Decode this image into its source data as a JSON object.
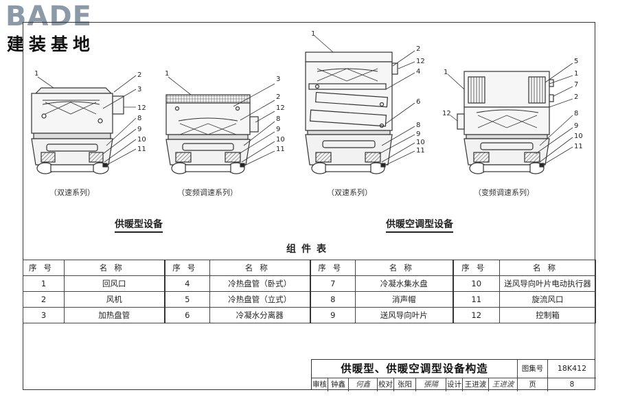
{
  "logo": {
    "word": "BADE",
    "sub": "建装基地"
  },
  "diagrams": {
    "d1": {
      "caption": "（双速系列）",
      "labels": [
        "1",
        "2",
        "3",
        "12",
        "8",
        "9",
        "10",
        "11"
      ]
    },
    "d2": {
      "caption": "（变频调速系列）",
      "labels": [
        "1",
        "3",
        "2",
        "12",
        "8",
        "9",
        "10",
        "11"
      ]
    },
    "d3": {
      "caption": "（双速系列）",
      "labels": [
        "1",
        "2",
        "12",
        "4",
        "6",
        "8",
        "9",
        "10",
        "11"
      ]
    },
    "d4": {
      "caption": "（变频调速系列）",
      "labels": [
        "5",
        "1",
        "1",
        "7",
        "2",
        "12",
        "8",
        "9",
        "10",
        "11"
      ]
    }
  },
  "groups": {
    "heating": "供暖型设备",
    "heating_ac": "供暖空调型设备"
  },
  "parts_table": {
    "title": "组件表",
    "headers": {
      "no": "序号",
      "name": "名称"
    },
    "rows": [
      [
        {
          "no": "1",
          "name": "回风口"
        },
        {
          "no": "4",
          "name": "冷热盘管（卧式）"
        },
        {
          "no": "7",
          "name": "冷凝水集水盘"
        },
        {
          "no": "10",
          "name": "送风导向叶片电动执行器"
        }
      ],
      [
        {
          "no": "2",
          "name": "风机"
        },
        {
          "no": "5",
          "name": "冷热盘管（立式）"
        },
        {
          "no": "8",
          "name": "消声帽"
        },
        {
          "no": "11",
          "name": "旋流风口"
        }
      ],
      [
        {
          "no": "3",
          "name": "加热盘管"
        },
        {
          "no": "6",
          "name": "冷凝水分离器"
        },
        {
          "no": "9",
          "name": "送风导向叶片"
        },
        {
          "no": "12",
          "name": "控制箱"
        }
      ]
    ]
  },
  "title_block": {
    "title": "供暖型、供暖空调型设备构造",
    "atlas_label": "图集号",
    "atlas_no": "18K412",
    "review_label": "审核",
    "reviewer": "钟鑫",
    "check_label": "校对",
    "checker": "张阳",
    "design_label": "设计",
    "designer": "王进波",
    "page_label": "页",
    "page_no": "8"
  }
}
